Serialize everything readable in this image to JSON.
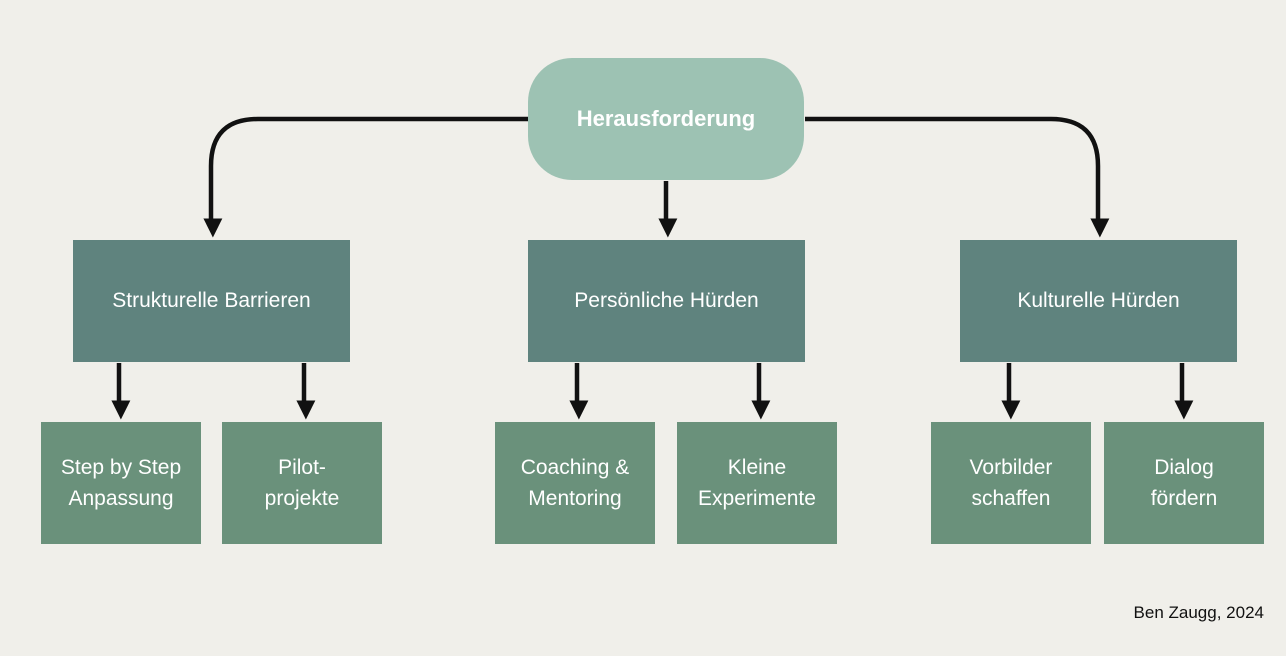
{
  "diagram": {
    "root": {
      "label": "Herausforderung"
    },
    "categories": [
      {
        "label": "Strukturelle Barrieren",
        "children": [
          "Step by Step\nAnpassung",
          "Pilot-\nprojekte"
        ]
      },
      {
        "label": "Persönliche Hürden",
        "children": [
          "Coaching &\nMentoring",
          "Kleine\nExperimente"
        ]
      },
      {
        "label": "Kulturelle Hürden",
        "children": [
          "Vorbilder\nschaffen",
          "Dialog\nfördern"
        ]
      }
    ]
  },
  "credit": "Ben Zaugg, 2024",
  "colors": {
    "background": "#f0efea",
    "root": "#9dc2b3",
    "category": "#5f837e",
    "leaf": "#6a917b",
    "connector": "#111111",
    "text": "#ffffff"
  }
}
